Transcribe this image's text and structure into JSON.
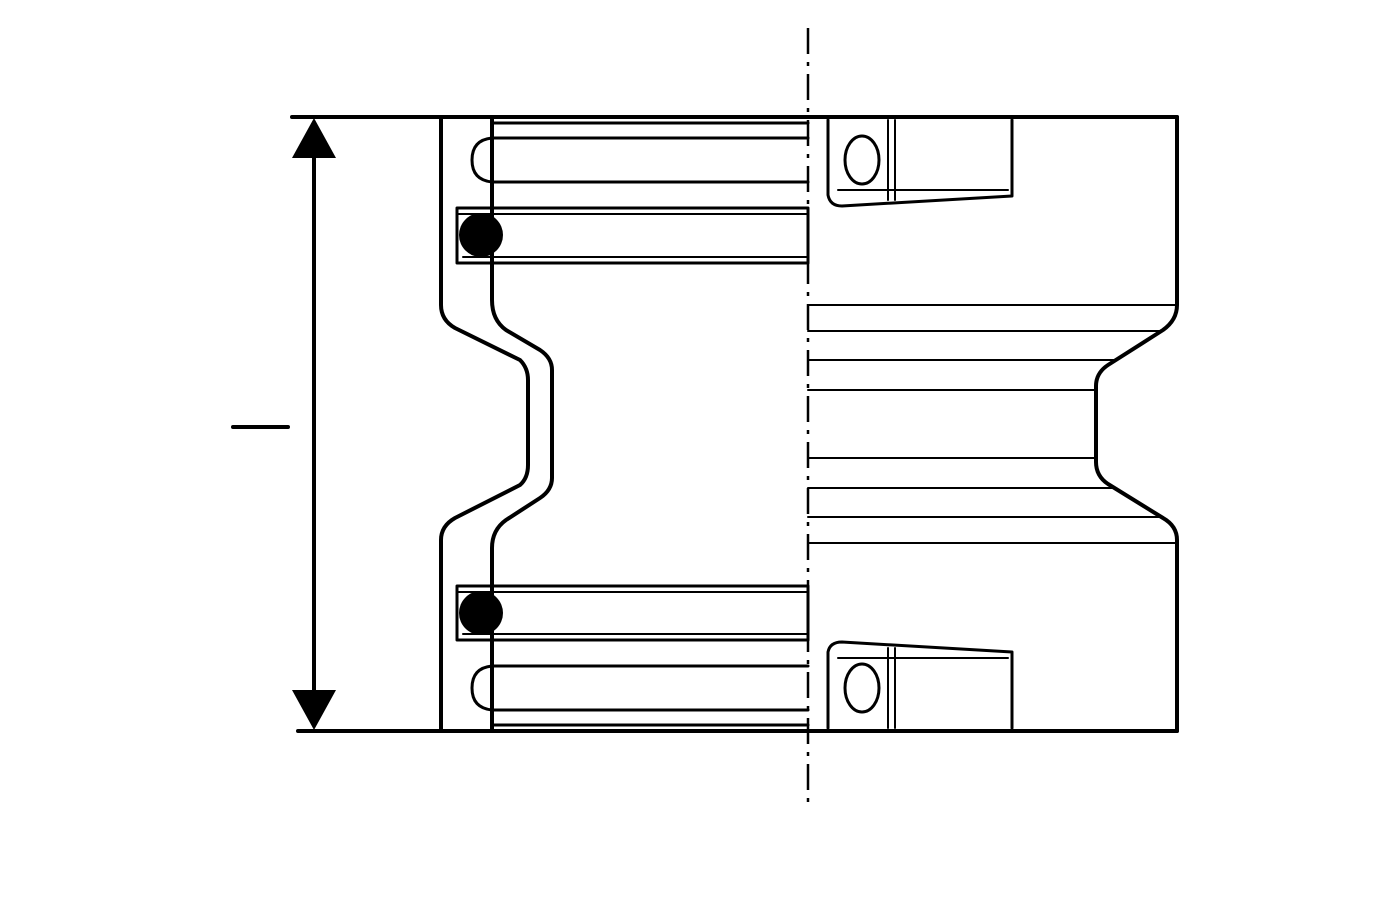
{
  "diagram": {
    "dimension_symbol": "l",
    "colors": {
      "line": "#000000",
      "background": "#ffffff"
    },
    "parts": [
      "centerline",
      "dimension-line",
      "section-wall",
      "o-ring-upper",
      "o-ring-lower",
      "grip-slots",
      "outer-profile"
    ]
  }
}
